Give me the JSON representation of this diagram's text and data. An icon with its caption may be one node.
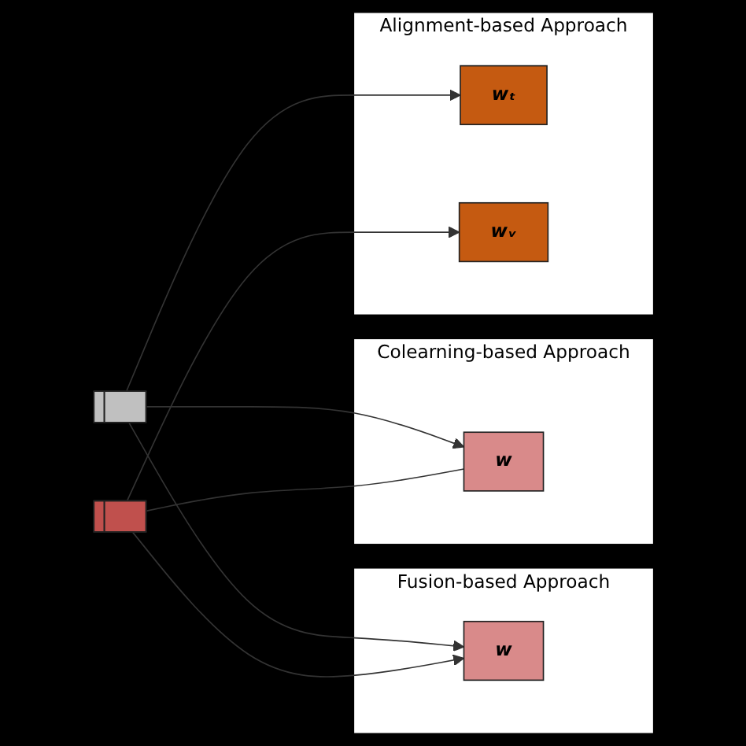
{
  "diagram": {
    "nodes": [
      {
        "text": [],
        "shape": "bar"
      },
      {
        "text": [],
        "shape": "bar"
      },
      {
        "text": [
          "Fusion-based Approach"
        ]
      },
      {
        "text": [
          "w"
        ],
        "in": 2
      },
      {
        "text": [
          "Colearning-based Approach"
        ]
      },
      {
        "text": [
          "w"
        ],
        "in": 4
      },
      {
        "text": [
          "Alignment-based Approach"
        ]
      },
      {
        "text": [
          "wₜ"
        ],
        "in": 6
      },
      {
        "text": [
          "wᵥ"
        ],
        "in": 6
      }
    ],
    "edges": [
      {
        "from": 0,
        "to": 3,
        "arrow": "to"
      },
      {
        "from": 1,
        "to": 3,
        "arrow": "to"
      },
      {
        "from": 0,
        "to": 5,
        "arrow": "to"
      },
      {
        "from": 1,
        "to": 5,
        "arrow": "none"
      },
      {
        "from": 0,
        "to": 7,
        "arrow": "to"
      },
      {
        "from": 1,
        "to": 8,
        "arrow": "to"
      }
    ]
  }
}
